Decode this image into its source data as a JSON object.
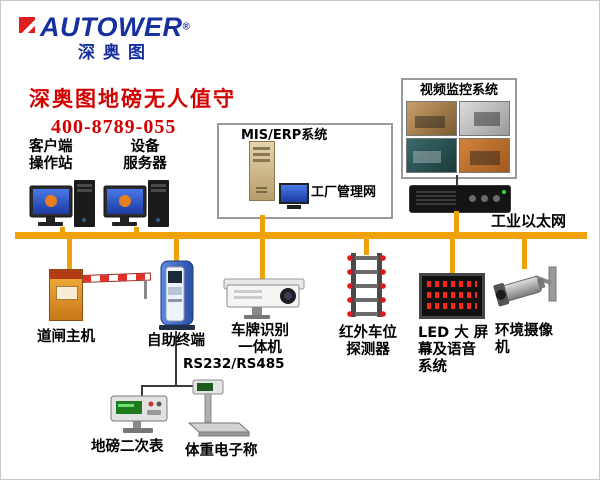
{
  "logo": {
    "brand": "AUTOWER",
    "reg": "®",
    "sub": "深奥图"
  },
  "header": {
    "title": "深奥图地磅无人值守",
    "phone": "400-8789-055"
  },
  "ethernet": {
    "label": "工业以太网"
  },
  "colors": {
    "bus": "#EFA10A",
    "title_red": "#D40000",
    "brand_blue": "#16309E"
  },
  "nodes": {
    "client": {
      "line1": "客户端",
      "line2": "操作站"
    },
    "server": {
      "line1": "设备",
      "line2": "服务器"
    },
    "mis": {
      "title": "MIS/ERP系统",
      "network": "工厂管理网"
    },
    "video": {
      "title": "视频监控系统"
    },
    "barrier": {
      "label": "道闸主机"
    },
    "kiosk": {
      "label": "自助终端"
    },
    "lpr": {
      "line1": "车牌识别",
      "line2": "一体机"
    },
    "infrared": {
      "line1": "红外车位",
      "line2": "探测器"
    },
    "led": {
      "line1": "LED 大 屏",
      "line2": "幕及语音",
      "line3": "系统"
    },
    "envcam": {
      "line1": "环境摄像",
      "line2": "机"
    },
    "serial": {
      "label": "RS232/RS485"
    },
    "indicator": {
      "label": "地磅二次表"
    },
    "scale": {
      "label": "体重电子称"
    }
  }
}
